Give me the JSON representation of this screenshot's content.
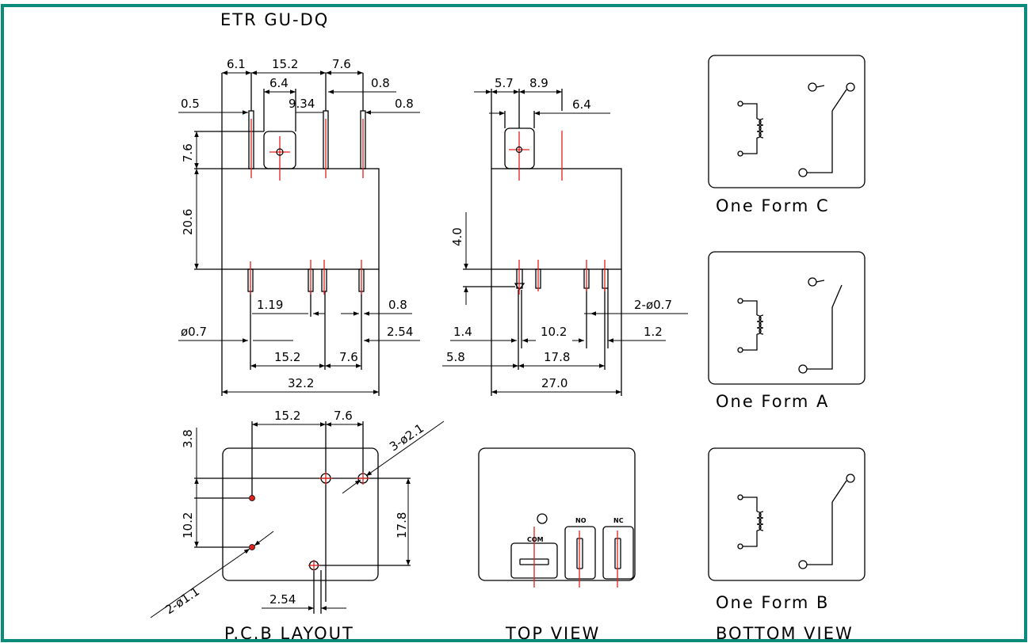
{
  "title": "ETR GU-DQ",
  "colors": {
    "border": "#0a8a7a",
    "centerline": "#e0201c",
    "ink": "#000000"
  },
  "front_view": {
    "top_dims": [
      "6.1",
      "15.2",
      "7.6",
      "6.4",
      "0.8",
      "0.5",
      "9.34",
      "0.8"
    ],
    "left_dims": [
      "7.6",
      "20.6"
    ],
    "bottom_dims": [
      "1.19",
      "0.8",
      "ø0.7",
      "2.54",
      "15.2",
      "7.6",
      "32.2"
    ]
  },
  "side_view": {
    "top_dims": [
      "5.7",
      "8.9",
      "6.4"
    ],
    "left_dims": [
      "4.0"
    ],
    "bottom_dims": [
      "2-ø0.7",
      "1.4",
      "10.2",
      "1.2",
      "5.8",
      "17.8",
      "27.0"
    ]
  },
  "pcb_layout": {
    "caption": "P.C.B LAYOUT",
    "dims": [
      "15.2",
      "7.6",
      "3-ø2.1",
      "3.8",
      "10.2",
      "17.8",
      "2-ø1.1",
      "2.54"
    ]
  },
  "top_view": {
    "caption": "TOP VIEW",
    "terminals": [
      "COM",
      "NO",
      "NC"
    ]
  },
  "bottom_view": {
    "caption": "BOTTOM VIEW",
    "forms": [
      "One Form C",
      "One Form A",
      "One Form B"
    ]
  }
}
